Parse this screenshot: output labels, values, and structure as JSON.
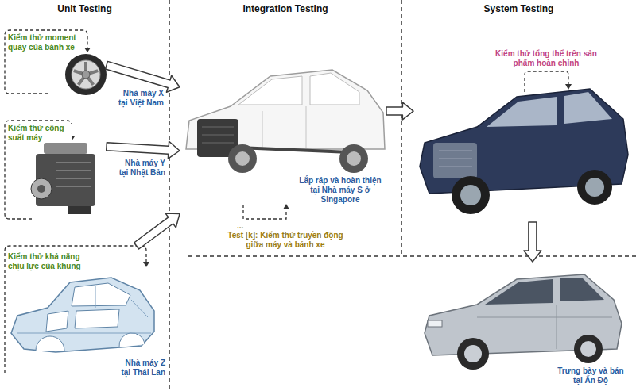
{
  "diagram": {
    "nodes": [
      {
        "text": [
          "Kiểm thử moment quay của bánh xe",
          "Nhà máy X tại Việt Nam"
        ]
      },
      {
        "text": [
          "Kiểm thử công suất máy",
          "Nhà máy Y tại Nhật Bản"
        ]
      },
      {
        "text": [
          "Kiểm thử khả năng chịu lực của khung",
          "Nhà máy Z tại Thái Lan"
        ]
      },
      {
        "text": [
          "Lắp ráp và hoàn thiện tại Nhà máy S ở Singapore",
          "...",
          "Test [k]: Kiểm thử truyền động giữa máy và bánh xe"
        ]
      },
      {
        "text": [
          "Kiểm thử tổng thể trên sản phẩm hoàn chỉnh"
        ]
      },
      {
        "text": [
          "Trưng bày và bán tại Ấn Độ"
        ]
      }
    ],
    "edges": [
      {
        "from": 0,
        "to": 3,
        "arrow": "to"
      },
      {
        "from": 1,
        "to": 3,
        "arrow": "to"
      },
      {
        "from": 2,
        "to": 3,
        "arrow": "to"
      },
      {
        "from": 3,
        "to": 4,
        "arrow": "to"
      },
      {
        "from": 4,
        "to": 5,
        "arrow": "to"
      }
    ],
    "labels": [
      "Unit Testing",
      "Integration Testing",
      "System Testing"
    ]
  }
}
